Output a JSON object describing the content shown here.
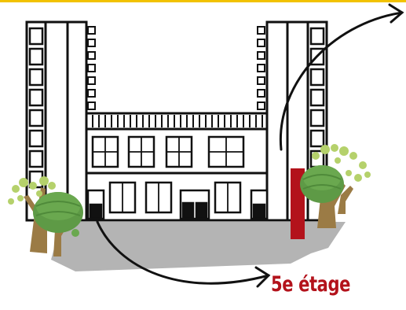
{
  "label": {
    "text": "5e étage"
  },
  "colors": {
    "accent": "#b3121b",
    "ground": "#b4b4b4",
    "foliage": "#6aa84f",
    "foliage_light": "#b5d16b",
    "trunk": "#9b7b45",
    "top_line": "#f2c200"
  },
  "illustration": {
    "elements": [
      "building-illustration",
      "ground-plaza",
      "tree-left",
      "tree-right",
      "red-marker",
      "arrow-upper-right",
      "arrow-to-label"
    ]
  }
}
